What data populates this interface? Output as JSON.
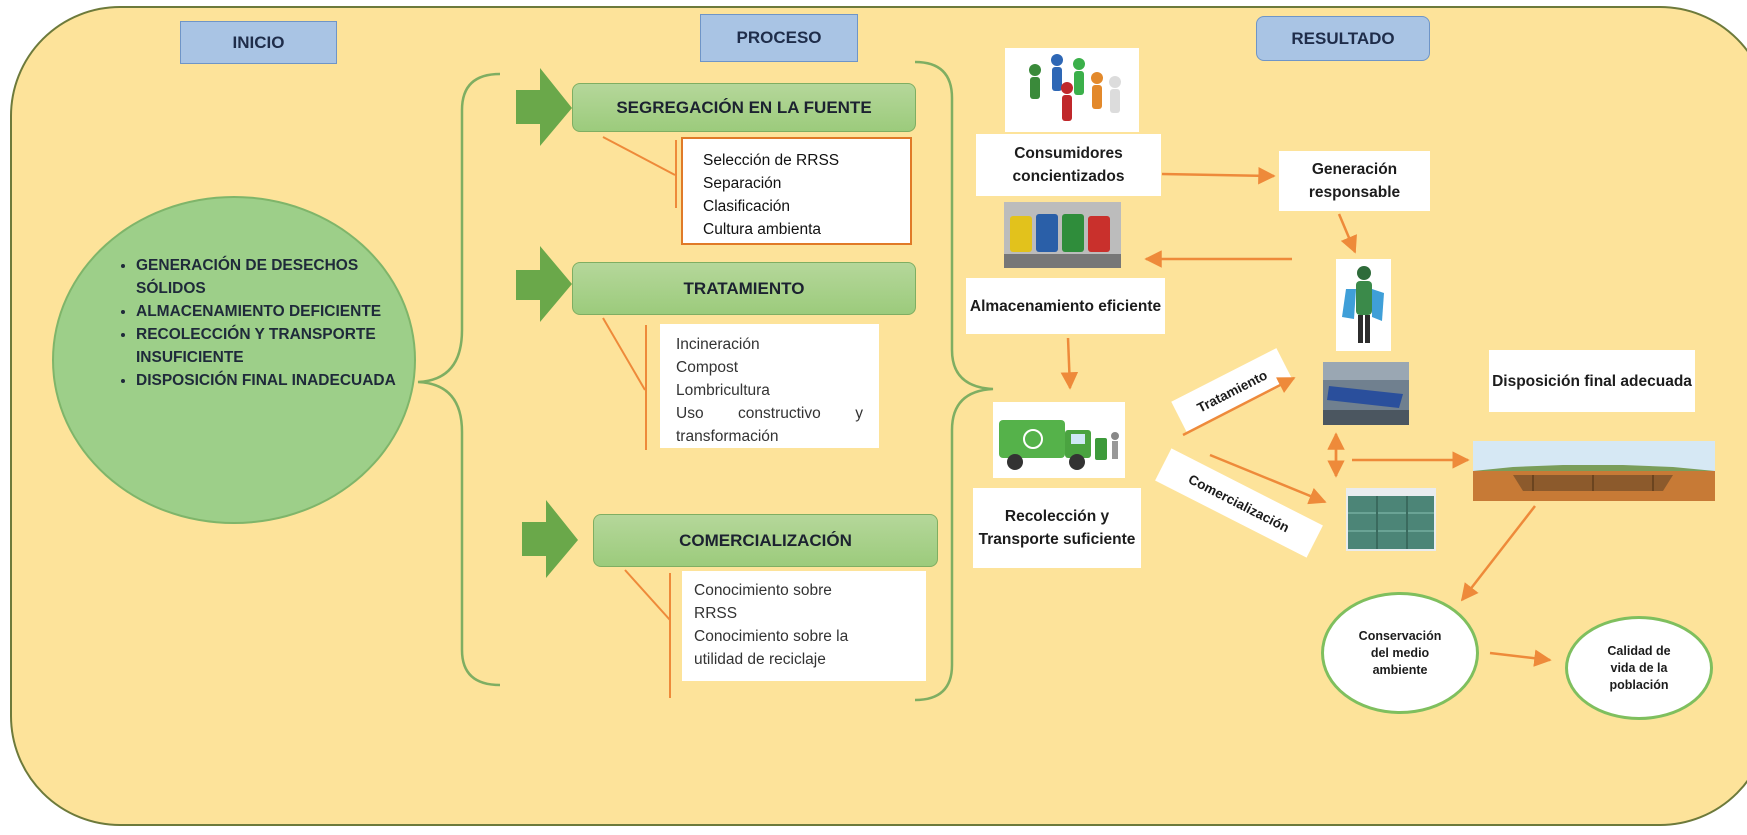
{
  "headers": {
    "inicio": "INICIO",
    "proceso": "PROCESO",
    "resultado": "RESULTADO"
  },
  "inicio_items": [
    "GENERACIÓN DE DESECHOS SÓLIDOS",
    "ALMACENAMIENTO DEFICIENTE",
    "RECOLECCIÓN Y TRANSPORTE INSUFICIENTE",
    "DISPOSICIÓN FINAL INADECUADA"
  ],
  "process": {
    "segregacion": {
      "title": "SEGREGACIÓN EN LA FUENTE",
      "items": [
        "Selección de RRSS",
        "Separación",
        "Clasificación",
        "Cultura ambienta"
      ]
    },
    "tratamiento": {
      "title": "TRATAMIENTO",
      "items": [
        "Incineración",
        "Compost",
        "Lombricultura",
        "Uso constructivo y",
        "transformación"
      ]
    },
    "comercializacion": {
      "title": "COMERCIALIZACIÓN",
      "items": [
        "Conocimiento sobre",
        "RRSS",
        "Conocimiento sobre la",
        "utilidad de reciclaje"
      ]
    }
  },
  "resultado": {
    "consumidores": "Consumidores concientizados",
    "generacion": "Generación responsable",
    "almacenamiento": "Almacenamiento eficiente",
    "recoleccion": "Recolección y Transporte suficiente",
    "tratamiento_tag": "Tratamiento",
    "comercializacion_tag": "Comercialización",
    "disposicion": "Disposición final adecuada",
    "conservacion": "Conservación del medio ambiente",
    "calidad": "Calidad de vida de la población"
  },
  "colors": {
    "panel": "#fde39a",
    "header": "#a9c4e4",
    "process": "#9ccb7c",
    "arrow": "#ee8a3a",
    "bracket": "#7fae62"
  }
}
